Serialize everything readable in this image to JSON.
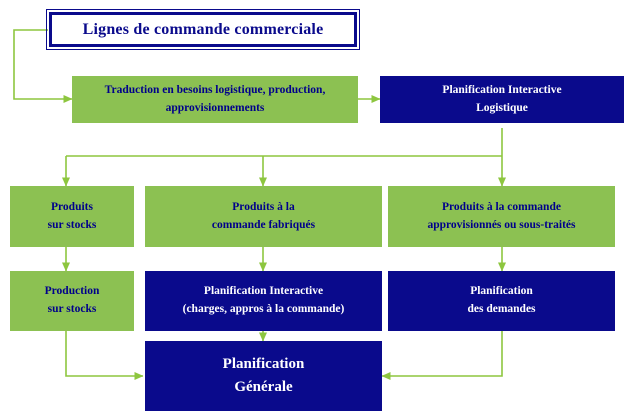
{
  "diagram": {
    "title": "Lignes de commande commerciale",
    "colors": {
      "green": "#8dc63f",
      "blue": "#0a0a8c",
      "arrow_green": "#8dc63f",
      "title_border": "#0a0a8c",
      "title_text": "#0a0a8c",
      "green_text": "#00008b",
      "blue_text": "#ffffff"
    },
    "nodes": {
      "traduction": {
        "line1": "Traduction en besoins logistique, production,",
        "line2": "approvisionnements",
        "color": "green"
      },
      "planif_interactive_logistique": {
        "line1": "Planification Interactive",
        "line2": "Logistique",
        "color": "blue"
      },
      "produits_stocks": {
        "line1": "Produits",
        "line2": "sur stocks",
        "color": "green"
      },
      "produits_commande_fabriques": {
        "line1": "Produits à  la",
        "line2": "commande fabriqués",
        "color": "green"
      },
      "produits_commande_approvisionnes": {
        "line1": "Produits à la commande",
        "line2": "approvisionnés ou sous-traités",
        "color": "green"
      },
      "production_stocks": {
        "line1": "Production",
        "line2": "sur stocks",
        "color": "green"
      },
      "planif_interactive_charges": {
        "line1": "Planification Interactive",
        "line2": "(charges, appros à la commande)",
        "color": "blue"
      },
      "planif_demandes": {
        "line1": "Planification",
        "line2": "des demandes",
        "color": "blue"
      },
      "planification_generale": {
        "line1": "Planification",
        "line2": "Générale",
        "color": "blue"
      }
    }
  }
}
